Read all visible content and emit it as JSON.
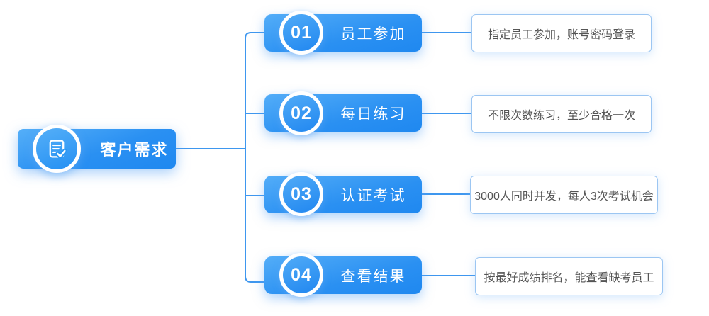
{
  "root": {
    "label": "客户需求",
    "icon": "document-check-icon"
  },
  "steps": [
    {
      "number": "01",
      "label": "员工参加",
      "description": "指定员工参加，账号密码登录"
    },
    {
      "number": "02",
      "label": "每日练习",
      "description": "不限次数练习，至少合格一次"
    },
    {
      "number": "03",
      "label": "认证考试",
      "description": "3000人同时并发，每人3次考试机会"
    },
    {
      "number": "04",
      "label": "查看结果",
      "description": "按最好成绩排名，能查看缺考员工"
    }
  ],
  "colors": {
    "line": "#3e97ef",
    "node_gradient_start": "#53adf8",
    "node_gradient_end": "#1f88f0",
    "desc_border": "#9cc6f2",
    "desc_text": "#555555"
  }
}
